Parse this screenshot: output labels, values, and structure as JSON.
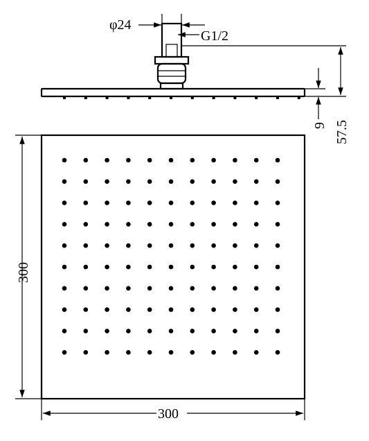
{
  "dimensions": {
    "pipe_diameter": "φ24",
    "thread": "G1/2",
    "plate_thickness": "9",
    "total_height": "57.5",
    "height": "300",
    "width": "300"
  },
  "nozzle_grid": {
    "rows": 10,
    "cols": 11
  }
}
